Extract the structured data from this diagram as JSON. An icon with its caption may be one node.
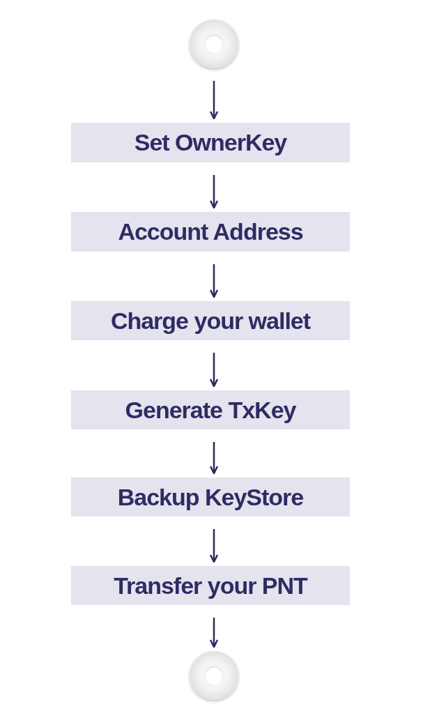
{
  "diagram": {
    "nodes": [
      {
        "text": [],
        "shape": "circle"
      },
      {
        "text": [
          "Set OwnerKey"
        ]
      },
      {
        "text": [
          "Account Address"
        ]
      },
      {
        "text": [
          "Charge your wallet"
        ]
      },
      {
        "text": [
          "Generate TxKey"
        ]
      },
      {
        "text": [
          "Backup KeyStore"
        ]
      },
      {
        "text": [
          "Transfer your PNT"
        ]
      },
      {
        "text": [],
        "shape": "circle"
      }
    ],
    "edges": [
      {
        "from": 0,
        "to": 1,
        "arrow": "to"
      },
      {
        "from": 1,
        "to": 2,
        "arrow": "to"
      },
      {
        "from": 2,
        "to": 3,
        "arrow": "to"
      },
      {
        "from": 3,
        "to": 4,
        "arrow": "to"
      },
      {
        "from": 4,
        "to": 5,
        "arrow": "to"
      },
      {
        "from": 5,
        "to": 6,
        "arrow": "to"
      },
      {
        "from": 6,
        "to": 7,
        "arrow": "to"
      }
    ]
  }
}
